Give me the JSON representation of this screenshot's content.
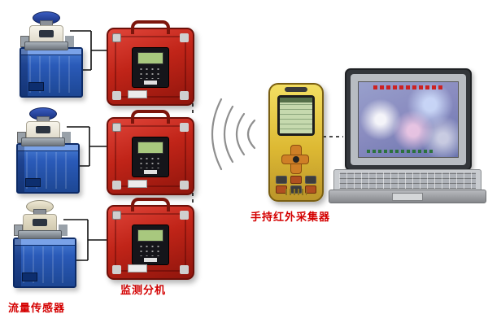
{
  "labels": {
    "flow_sensor": "流量传感器",
    "monitor_unit": "监测分机",
    "handheld_collector": "手持红外采集器"
  },
  "colors": {
    "label_red": "#d40000",
    "monitor_box_red": "#c02418",
    "tank_blue": "#2a5ab8",
    "handheld_yellow": "#e3c33f",
    "lcd_green": "#c6d9ae",
    "wave_gray": "#8f8f8f"
  },
  "counts": {
    "flow_sensors": 3,
    "monitor_units": 3
  }
}
